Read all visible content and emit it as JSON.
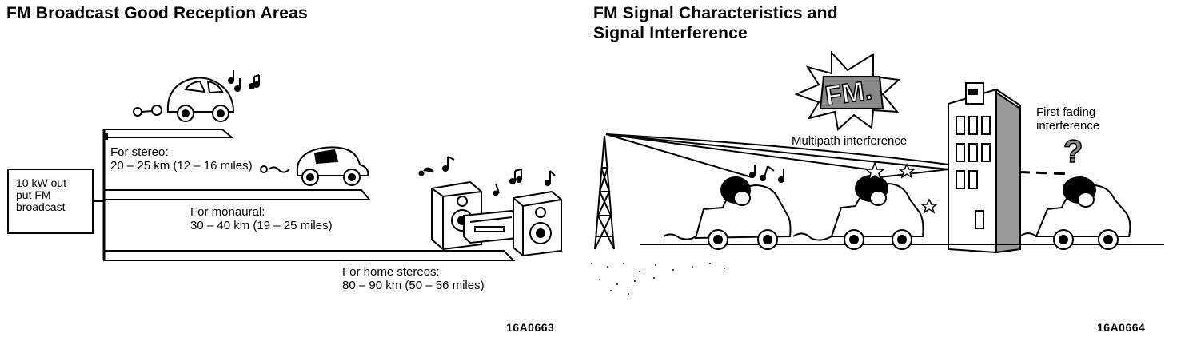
{
  "left_panel": {
    "title": "FM Broadcast Good Reception Areas",
    "source_box": "10 kW out-\nput FM\nbroadcast",
    "stereo_label": "For stereo:\n20 – 25 km (12 – 16 miles)",
    "monaural_label": "For monaural:\n30 – 40 km (19 – 25 miles)",
    "home_label": "For home stereos:\n80 – 90 km (50 – 56 miles)",
    "code": "16A0663"
  },
  "right_panel": {
    "title": "FM Signal Characteristics and\nSignal Interference",
    "fm_badge": "FM.",
    "multipath_label": "Multipath interference",
    "fading_label": "First fading\ninterference",
    "question_mark": "?",
    "code": "16A0664"
  }
}
